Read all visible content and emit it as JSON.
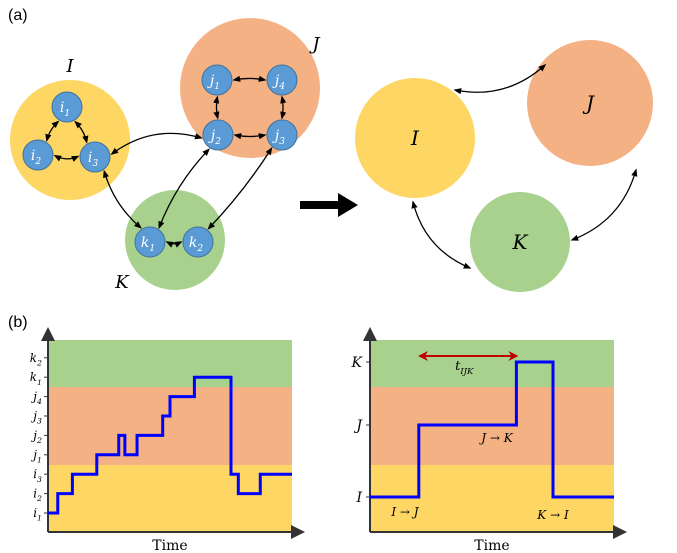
{
  "panel_labels": {
    "a": "(a)",
    "b": "(b)"
  },
  "colors": {
    "I": "#FDD663",
    "J": "#F4B183",
    "K": "#A9D18E",
    "node": "#5B9BD5",
    "node_stroke": "#41719C",
    "trajectory": "#0000FF",
    "window": "#C00000"
  },
  "network": {
    "groups": [
      {
        "id": "I",
        "label": "I",
        "nodes": [
          {
            "id": "i1",
            "base": "i",
            "sub": "1"
          },
          {
            "id": "i2",
            "base": "i",
            "sub": "2"
          },
          {
            "id": "i3",
            "base": "i",
            "sub": "3"
          }
        ]
      },
      {
        "id": "J",
        "label": "J",
        "nodes": [
          {
            "id": "j1",
            "base": "j",
            "sub": "1"
          },
          {
            "id": "j4",
            "base": "j",
            "sub": "4"
          },
          {
            "id": "j2",
            "base": "j",
            "sub": "2"
          },
          {
            "id": "j3",
            "base": "j",
            "sub": "3"
          }
        ]
      },
      {
        "id": "K",
        "label": "K",
        "nodes": [
          {
            "id": "k1",
            "base": "k",
            "sub": "1"
          },
          {
            "id": "k2",
            "base": "k",
            "sub": "2"
          }
        ]
      }
    ],
    "coarse_labels": {
      "I": "I",
      "J": "J",
      "K": "K"
    }
  },
  "chart_data": [
    {
      "type": "line",
      "xlabel": "Time",
      "ylabel": "",
      "yticks": [
        "i1",
        "i2",
        "i3",
        "j1",
        "j2",
        "j3",
        "j4",
        "k1",
        "k2"
      ],
      "ytick_display": [
        {
          "b": "i",
          "s": "1"
        },
        {
          "b": "i",
          "s": "2"
        },
        {
          "b": "i",
          "s": "3"
        },
        {
          "b": "j",
          "s": "1"
        },
        {
          "b": "j",
          "s": "2"
        },
        {
          "b": "j",
          "s": "3"
        },
        {
          "b": "j",
          "s": "4"
        },
        {
          "b": "k",
          "s": "1"
        },
        {
          "b": "k",
          "s": "2"
        }
      ],
      "bands": [
        {
          "group": "I",
          "from": 0,
          "to": 2.5
        },
        {
          "group": "J",
          "from": 2.5,
          "to": 6.5
        },
        {
          "group": "K",
          "from": 6.5,
          "to": 9
        }
      ],
      "xlim": [
        0,
        100
      ],
      "steps": [
        {
          "t": 0,
          "state": 0
        },
        {
          "t": 4,
          "state": 1
        },
        {
          "t": 10,
          "state": 2
        },
        {
          "t": 20,
          "state": 3
        },
        {
          "t": 29,
          "state": 4
        },
        {
          "t": 31.5,
          "state": 3
        },
        {
          "t": 36.5,
          "state": 4
        },
        {
          "t": 47,
          "state": 5
        },
        {
          "t": 50,
          "state": 6
        },
        {
          "t": 60,
          "state": 7
        },
        {
          "t": 75,
          "state": 2
        },
        {
          "t": 78,
          "state": 1
        },
        {
          "t": 87,
          "state": 2
        },
        {
          "t": 100,
          "state": 2
        }
      ]
    },
    {
      "type": "line",
      "xlabel": "Time",
      "yticks": [
        "I",
        "J",
        "K"
      ],
      "xlim": [
        0,
        100
      ],
      "steps": [
        {
          "t": 0,
          "state": 0
        },
        {
          "t": 20,
          "state": 1
        },
        {
          "t": 60,
          "state": 2
        },
        {
          "t": 75,
          "state": 0
        },
        {
          "t": 100,
          "state": 0
        }
      ],
      "annotations": [
        {
          "text": "I → J"
        },
        {
          "text": "J → K"
        },
        {
          "text": "K → I"
        }
      ],
      "window": {
        "label": "t",
        "sub": "IJK",
        "from": 20.5,
        "to": 60
      }
    }
  ]
}
